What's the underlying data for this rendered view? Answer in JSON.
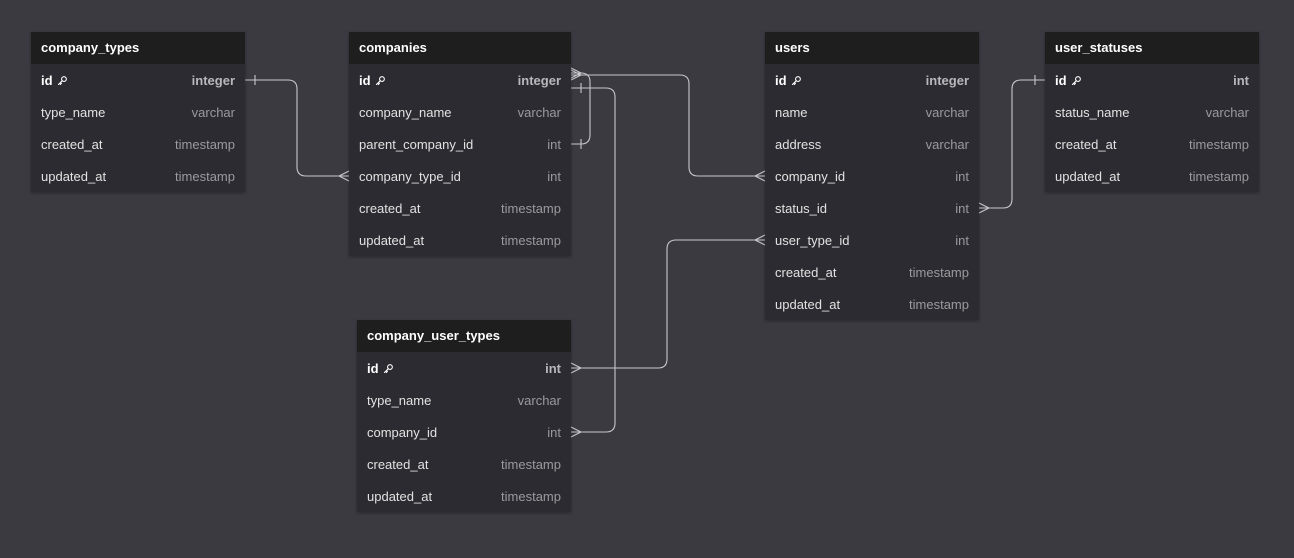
{
  "tables": [
    {
      "id": "company_types",
      "title": "company_types",
      "columns": [
        {
          "name": "id",
          "type": "integer",
          "pk": true
        },
        {
          "name": "type_name",
          "type": "varchar"
        },
        {
          "name": "created_at",
          "type": "timestamp"
        },
        {
          "name": "updated_at",
          "type": "timestamp"
        }
      ]
    },
    {
      "id": "companies",
      "title": "companies",
      "columns": [
        {
          "name": "id",
          "type": "integer",
          "pk": true
        },
        {
          "name": "company_name",
          "type": "varchar"
        },
        {
          "name": "parent_company_id",
          "type": "int"
        },
        {
          "name": "company_type_id",
          "type": "int"
        },
        {
          "name": "created_at",
          "type": "timestamp"
        },
        {
          "name": "updated_at",
          "type": "timestamp"
        }
      ]
    },
    {
      "id": "users",
      "title": "users",
      "columns": [
        {
          "name": "id",
          "type": "integer",
          "pk": true
        },
        {
          "name": "name",
          "type": "varchar"
        },
        {
          "name": "address",
          "type": "varchar"
        },
        {
          "name": "company_id",
          "type": "int"
        },
        {
          "name": "status_id",
          "type": "int"
        },
        {
          "name": "user_type_id",
          "type": "int"
        },
        {
          "name": "created_at",
          "type": "timestamp"
        },
        {
          "name": "updated_at",
          "type": "timestamp"
        }
      ]
    },
    {
      "id": "user_statuses",
      "title": "user_statuses",
      "columns": [
        {
          "name": "id",
          "type": "int",
          "pk": true
        },
        {
          "name": "status_name",
          "type": "varchar"
        },
        {
          "name": "created_at",
          "type": "timestamp"
        },
        {
          "name": "updated_at",
          "type": "timestamp"
        }
      ]
    },
    {
      "id": "company_user_types",
      "title": "company_user_types",
      "columns": [
        {
          "name": "id",
          "type": "int",
          "pk": true
        },
        {
          "name": "type_name",
          "type": "varchar"
        },
        {
          "name": "company_id",
          "type": "int"
        },
        {
          "name": "created_at",
          "type": "timestamp"
        },
        {
          "name": "updated_at",
          "type": "timestamp"
        }
      ]
    }
  ],
  "relations": [
    {
      "from": [
        "company_types",
        "id"
      ],
      "to": [
        "companies",
        "company_type_id"
      ],
      "from_card": "one",
      "to_card": "many"
    },
    {
      "from": [
        "companies",
        "id"
      ],
      "to": [
        "companies",
        "parent_company_id"
      ],
      "from_card": "many",
      "to_card": "one"
    },
    {
      "from": [
        "companies",
        "id"
      ],
      "to": [
        "users",
        "company_id"
      ],
      "from_card": "many",
      "to_card": "many"
    },
    {
      "from": [
        "companies",
        "id"
      ],
      "to": [
        "company_user_types",
        "company_id"
      ],
      "from_card": "one",
      "to_card": "many"
    },
    {
      "from": [
        "company_user_types",
        "id"
      ],
      "to": [
        "users",
        "user_type_id"
      ],
      "from_card": "many",
      "to_card": "many"
    },
    {
      "from": [
        "user_statuses",
        "id"
      ],
      "to": [
        "users",
        "status_id"
      ],
      "from_card": "one",
      "to_card": "many"
    }
  ],
  "colors": {
    "canvas": "#3b3a41",
    "table_body": "#2c2b31",
    "table_header": "#1e1e1e",
    "edge": "#c8c8cc"
  },
  "icons": {
    "primary_key": "key-icon"
  }
}
